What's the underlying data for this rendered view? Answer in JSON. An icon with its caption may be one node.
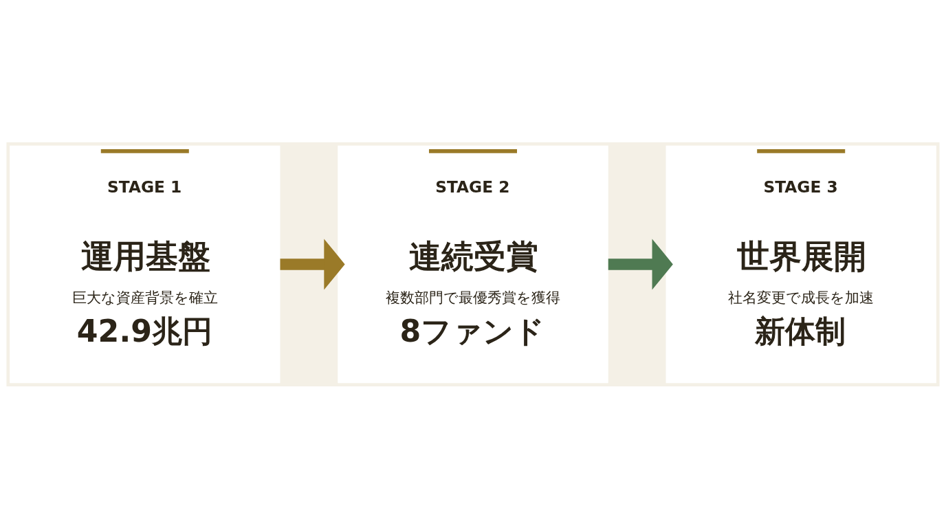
{
  "diagram": {
    "nodes": [
      {
        "text": [
          "STAGE 1",
          "運用基盤",
          "巨大な資産背景を確立",
          "42.9兆円"
        ]
      },
      {
        "text": [
          "STAGE 2",
          "連続受賞",
          "複数部門で最優秀賞を獲得",
          "8ファンド"
        ]
      },
      {
        "text": [
          "STAGE 3",
          "世界展開",
          "社名変更で成長を加速",
          "新体制"
        ]
      }
    ],
    "edges": [
      {
        "from": 0,
        "to": 1,
        "arrow": "to",
        "color": "#9a7a28"
      },
      {
        "from": 1,
        "to": 2,
        "arrow": "to",
        "color": "#4f7a52"
      }
    ]
  }
}
